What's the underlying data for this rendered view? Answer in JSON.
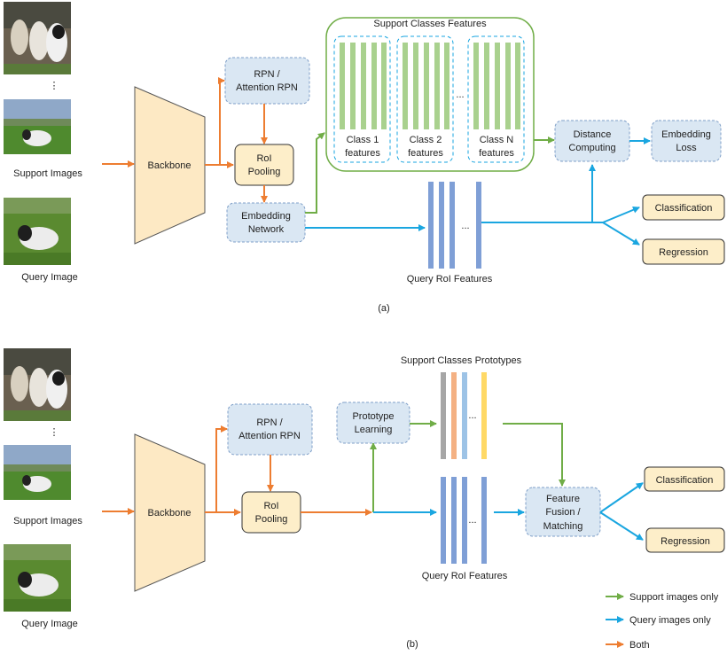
{
  "colors": {
    "support_arrow": "#70ad47",
    "query_arrow": "#1aa6e0",
    "both_arrow": "#ed7d31",
    "backbone_fill": "#fde9c4",
    "module_blue": "#dae7f3",
    "module_yellow": "#fdeec9",
    "support_feature_bar": "#a9d18e",
    "query_feature_bar": "#7f9fd6",
    "prototype_bars": [
      "#a6a6a6",
      "#f4b183",
      "#9dc3e6",
      "#ffd966"
    ]
  },
  "panel_a": {
    "caption": "(a)",
    "support_images_label": "Support Images",
    "query_image_label": "Query Image",
    "vertical_ellipsis": "⋮",
    "backbone_label": "Backbone",
    "rpn_label_line1": "RPN /",
    "rpn_label_line2": "Attention RPN",
    "roi_pooling_line1": "RoI",
    "roi_pooling_line2": "Pooling",
    "embedding_line1": "Embedding",
    "embedding_line2": "Network",
    "support_features_title": "Support  Classes Features",
    "class_features": [
      {
        "line1": "Class 1",
        "line2": "features"
      },
      {
        "line1": "Class 2",
        "line2": "features"
      },
      {
        "line1": "Class N",
        "line2": "features"
      }
    ],
    "horizontal_ellipsis": "...",
    "query_roi_features_label": "Query RoI Features",
    "distance_line1": "Distance",
    "distance_line2": "Computing",
    "embedding_loss_line1": "Embedding",
    "embedding_loss_line2": "Loss",
    "classification_label": "Classification",
    "regression_label": "Regression"
  },
  "panel_b": {
    "caption": "(b)",
    "support_images_label": "Support Images",
    "query_image_label": "Query Image",
    "vertical_ellipsis": "⋮",
    "backbone_label": "Backbone",
    "rpn_label_line1": "RPN /",
    "rpn_label_line2": "Attention RPN",
    "roi_pooling_line1": "RoI",
    "roi_pooling_line2": "Pooling",
    "prototype_line1": "Prototype",
    "prototype_line2": "Learning",
    "support_prototypes_title": "Support  Classes Prototypes",
    "horizontal_ellipsis": "...",
    "query_roi_features_label": "Query RoI Features",
    "fusion_line1": "Feature",
    "fusion_line2": "Fusion /",
    "fusion_line3": "Matching",
    "classification_label": "Classification",
    "regression_label": "Regression"
  },
  "legend": {
    "support_only": "Support  images only",
    "query_only": "Query images only",
    "both": "Both"
  }
}
